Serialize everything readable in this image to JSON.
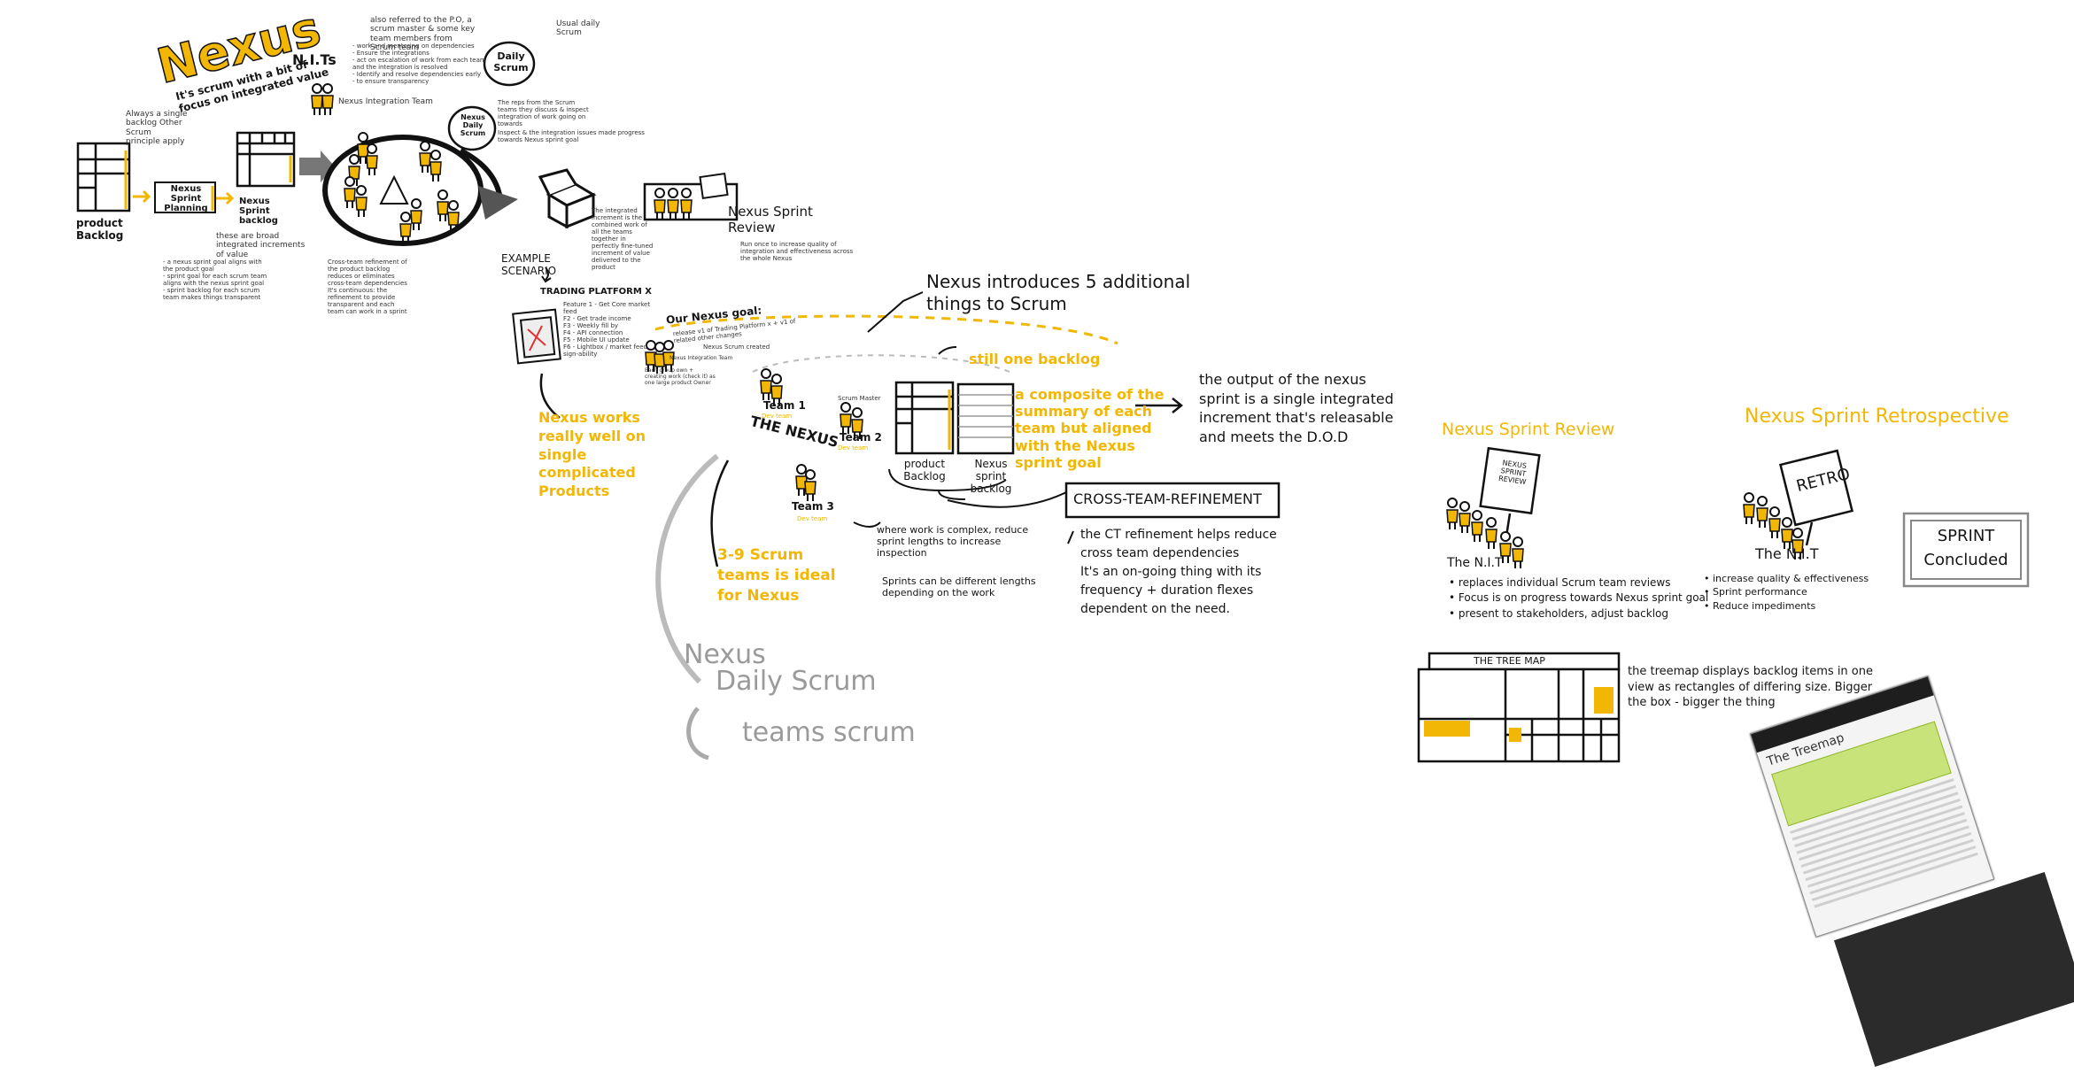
{
  "title": "Nexus",
  "subtitle": "It's scrum with a bit of focus on integrated value",
  "nits": {
    "label": "N.I.Ts",
    "caption": "Nexus Integration Team",
    "notes": "also referred to the P.O, a scrum master & some key team members from Scrum team",
    "list": "- work and mentoring on dependencies\n- Ensure the integrations\n- act on escalation of work from each team and the integration is resolved\n- Identify and resolve dependencies early\n- to ensure transparency"
  },
  "daily_scrum": {
    "bubble": "Daily Scrum",
    "note": "Usual daily Scrum"
  },
  "nexus_daily_scrum": {
    "bubble": "Nexus Daily Scrum",
    "note1": "The reps from the Scrum teams they discuss & inspect integration of work going on towards",
    "note2": "Inspect & the integration issues made progress towards Nexus sprint goal"
  },
  "flow": {
    "product_backlog": "product Backlog",
    "product_backlog_note": "Always a single backlog Other Scrum principle apply",
    "sprint_planning": "Nexus Sprint Planning",
    "sprint_backlog": "Nexus Sprint backlog",
    "sprint_backlog_note": "these are broad integrated increments of value",
    "planning_notes": "- a nexus sprint goal aligns with the product goal\n- sprint goal for each scrum team aligns with the nexus sprint goal\n- sprint backlog for each scrum team makes things transparent",
    "cross_note": "Cross-team refinement of the product backlog reduces or eliminates cross-team dependencies\nIt's continuous: the refinement to provide transparent and each team can work in a sprint",
    "increment_note": "The integrated increment is the combined work of all the teams together in perfectly fine-tuned increment of value delivered to the product",
    "review": "Nexus Sprint Review",
    "review_note": "Run once to increase quality of integration and effectiveness across the whole Nexus"
  },
  "example": {
    "label": "EXAMPLE SCENARIO",
    "trading": "TRADING PLATFORM X",
    "features": "Feature 1 - Get Core market feed\nF2 - Get trade income\nF3 - Weekly fill by\nF4 - API connection\nF5 - Mobile UI update\nF6 - Lightbox / market feed\nsign-ability",
    "goal_title": "Our Nexus goal:",
    "goal_text": "release v1 of Trading Platform x + v1 of related other changes",
    "goal_caption": "Nexus Integration Team",
    "nexus_created": "Nexus Scrum created",
    "team_note": "Each group own + creating work (check it) as one large product Owner",
    "works_well": "Nexus works really well on single complicated Products"
  },
  "five_things": "Nexus introduces 5 additional things to Scrum",
  "diagram": {
    "still_one": "still one backlog",
    "composite": "a composite of the summary of each team but aligned with the Nexus sprint goal",
    "product_backlog": "product Backlog",
    "sprint_backlog": "Nexus sprint backlog",
    "the_nexus": "THE NEXUS",
    "team1": "Team 1",
    "team2": "Team 2",
    "team3": "Team 3",
    "scrum_master": "Scrum Master",
    "team1_sub": "Dev team",
    "team2_sub": "Dev team",
    "team3_sub": "Dev team",
    "output": "the output of the nexus sprint is a single integrated increment that's releasable and meets the D.O.D",
    "ideal": "3-9 Scrum teams is ideal for Nexus",
    "complex": "where work is complex, reduce sprint lengths to increase inspection",
    "different": "Sprints can be different lengths depending on the work",
    "ctr_label": "CROSS-TEAM-REFINEMENT",
    "ctr_text": "the CT refinement helps reduce cross team dependencies\nIt's an on-going thing with its frequency + duration flexes dependent on the need."
  },
  "grey_notes": {
    "line1": "Nexus",
    "line2": "Daily Scrum",
    "line3": "teams scrum"
  },
  "review": {
    "title": "Nexus Sprint Review",
    "sign": "NEXUS SPRINT REVIEW",
    "nit": "The N.I.T",
    "bullets": [
      "replaces individual Scrum team reviews",
      "Focus is on progress towards Nexus sprint goal",
      "present to stakeholders, adjust backlog"
    ]
  },
  "retro": {
    "title": "Nexus Sprint Retrospective",
    "sign": "RETRO",
    "nit": "The N.I.T",
    "bullets": [
      "increase quality & effectiveness",
      "Sprint performance",
      "Reduce impediments"
    ],
    "concluded": "SPRINT Concluded"
  },
  "treemap": {
    "title": "THE TREE MAP",
    "note": "the treemap displays backlog items in one view as rectangles of differing size. Bigger the box - bigger the thing"
  },
  "website": {
    "heading": "The Treemap"
  },
  "colors": {
    "accent": "#f2b705",
    "ink": "#151515",
    "grey": "#9a9a9a"
  }
}
